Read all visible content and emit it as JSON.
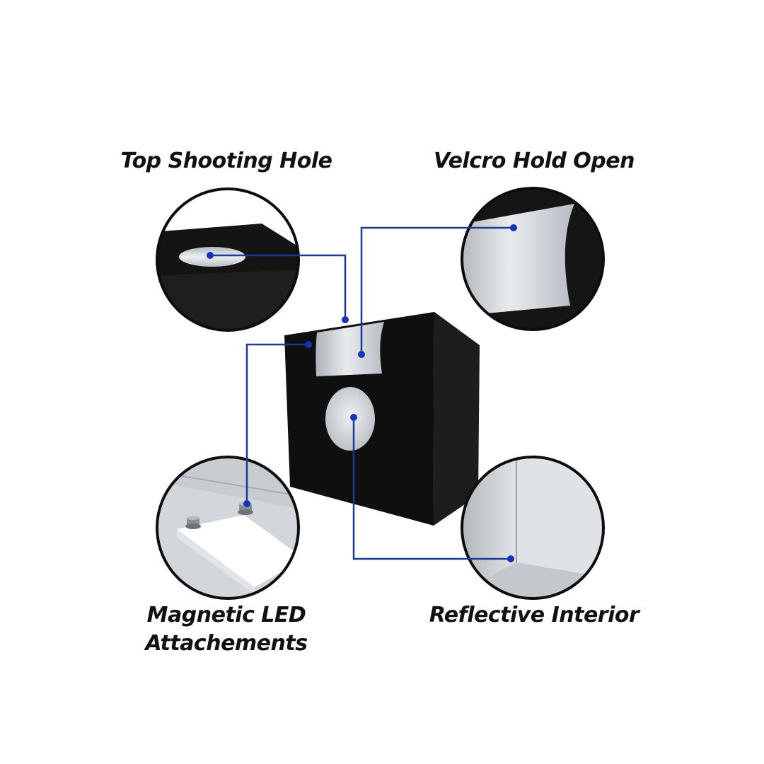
{
  "labels": {
    "top_shooting_hole": "Top Shooting Hole",
    "velcro_hold_open": "Velcro Hold Open",
    "magnetic_led_line1": "Magnetic LED",
    "magnetic_led_line2": "Attachements",
    "reflective_interior": "Reflective Interior"
  },
  "colors": {
    "background": "#ffffff",
    "box_front": "#111111",
    "box_side": "#1c1c1c",
    "callout_line": "#1f3a93",
    "callout_dot": "#1433b8",
    "silver": "#cfd3d8",
    "circle_stroke": "#0d0d0d"
  }
}
